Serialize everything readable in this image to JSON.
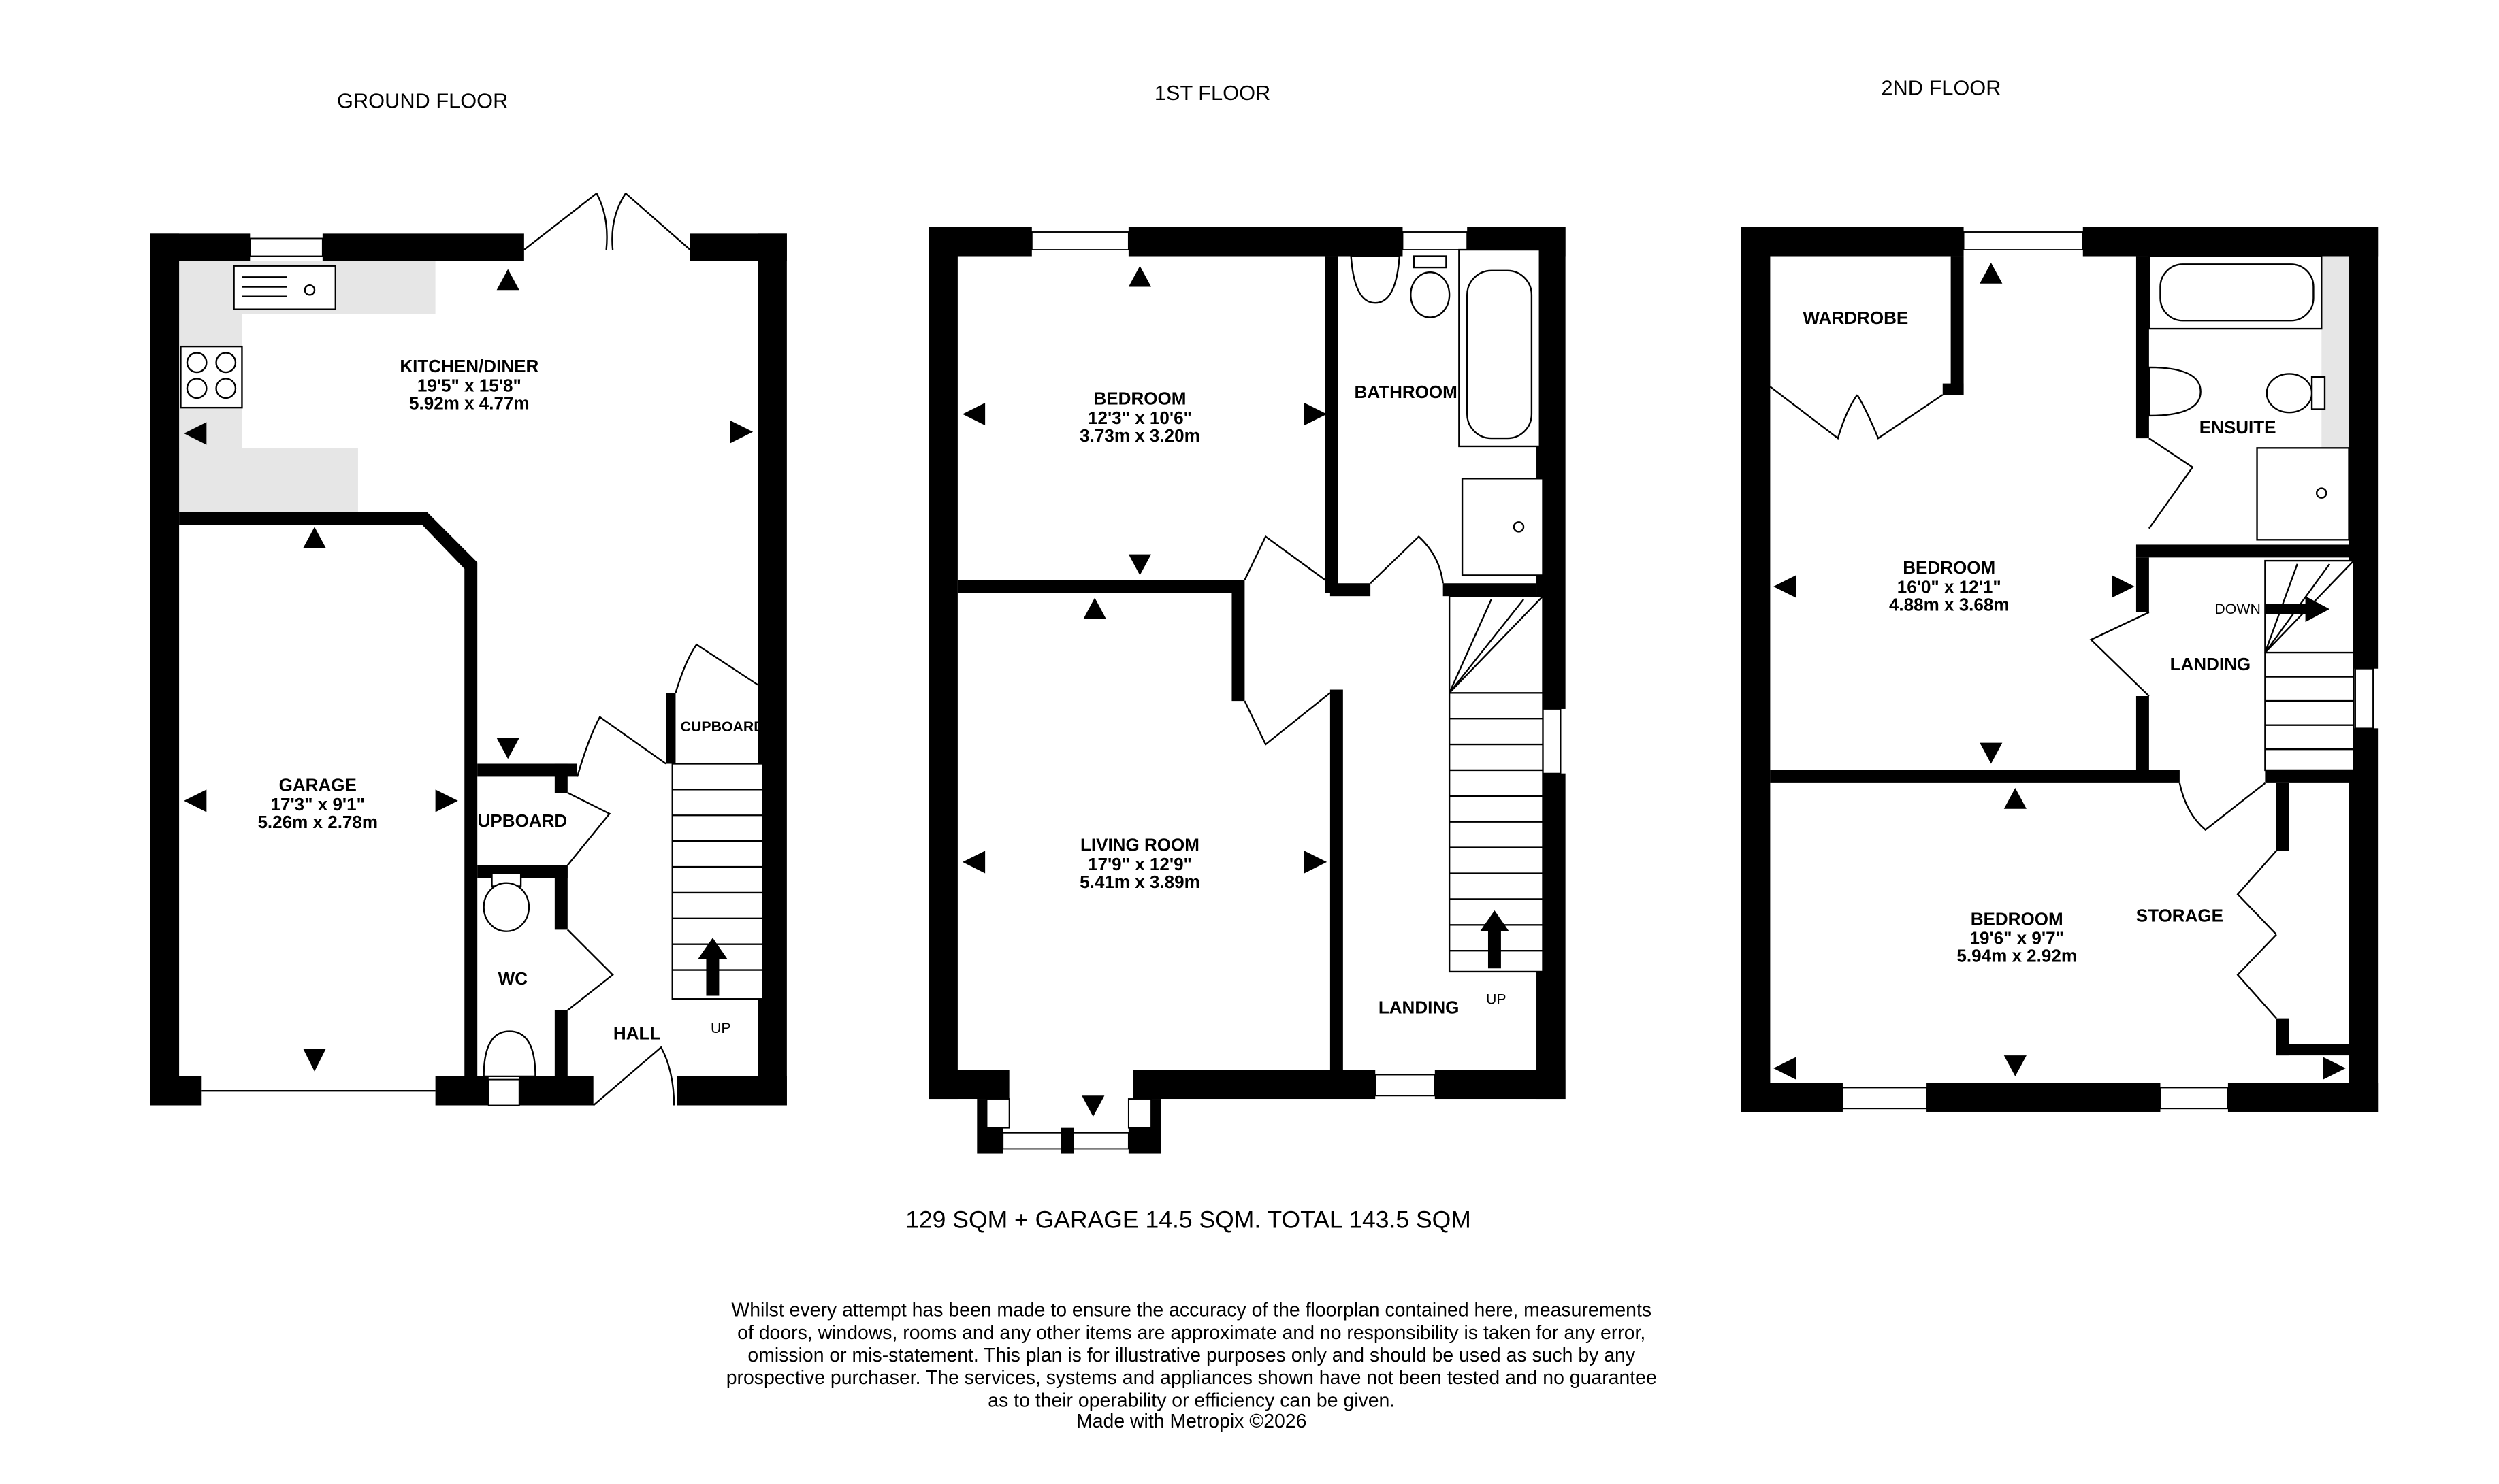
{
  "floors": [
    {
      "title": "GROUND FLOOR",
      "rooms": [
        {
          "name": "KITCHEN/DINER",
          "imperial": "19'5\"  x 15'8\"",
          "metric": "5.92m  x 4.77m"
        },
        {
          "name": "GARAGE",
          "imperial": "17'3\"  x 9'1\"",
          "metric": "5.26m  x 2.78m"
        }
      ],
      "labels": {
        "cupboard_a": "CUPBOARD",
        "cupboard_b": "CUPBOARD",
        "wc": "WC",
        "hall": "HALL",
        "up": "UP"
      }
    },
    {
      "title": "1ST FLOOR",
      "rooms": [
        {
          "name": "BEDROOM",
          "imperial": "12'3\"  x 10'6\"",
          "metric": "3.73m  x 3.20m"
        },
        {
          "name": "LIVING ROOM",
          "imperial": "17'9\"  x 12'9\"",
          "metric": "5.41m  x 3.89m"
        }
      ],
      "labels": {
        "bathroom": "BATHROOM",
        "landing": "LANDING",
        "up": "UP"
      }
    },
    {
      "title": "2ND FLOOR",
      "rooms": [
        {
          "name": "BEDROOM",
          "imperial": "16'0\"  x 12'1\"",
          "metric": "4.88m  x 3.68m"
        },
        {
          "name": "BEDROOM",
          "imperial": "19'6\"  x 9'7\"",
          "metric": "5.94m  x 2.92m"
        }
      ],
      "labels": {
        "wardrobe": "WARDROBE",
        "ensuite": "ENSUITE",
        "landing": "LANDING",
        "down": "DOWN",
        "storage": "STORAGE"
      }
    }
  ],
  "area_summary": "129 SQM + GARAGE 14.5 SQM.  TOTAL 143.5 SQM",
  "disclaimer": [
    "Whilst every attempt has been made to ensure the accuracy of the floorplan contained here, measurements",
    "of doors, windows, rooms and any other items are approximate and no responsibility is taken for any error,",
    "omission or mis-statement. This plan is for illustrative purposes only and should be used as such by any",
    "prospective purchaser. The services, systems and appliances shown have not been tested and no guarantee",
    "as to their operability or efficiency can be given.",
    "Made with Metropix ©2026"
  ]
}
